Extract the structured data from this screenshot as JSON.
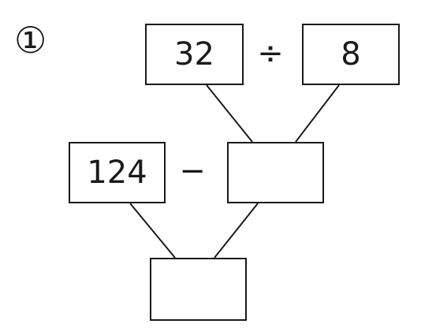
{
  "problem": {
    "number_label": "①"
  },
  "top_row": {
    "left_value": "32",
    "operator": "÷",
    "right_value": "8"
  },
  "middle_row": {
    "left_value": "124",
    "operator": "−",
    "right_value": ""
  },
  "bottom_row": {
    "result_value": ""
  }
}
